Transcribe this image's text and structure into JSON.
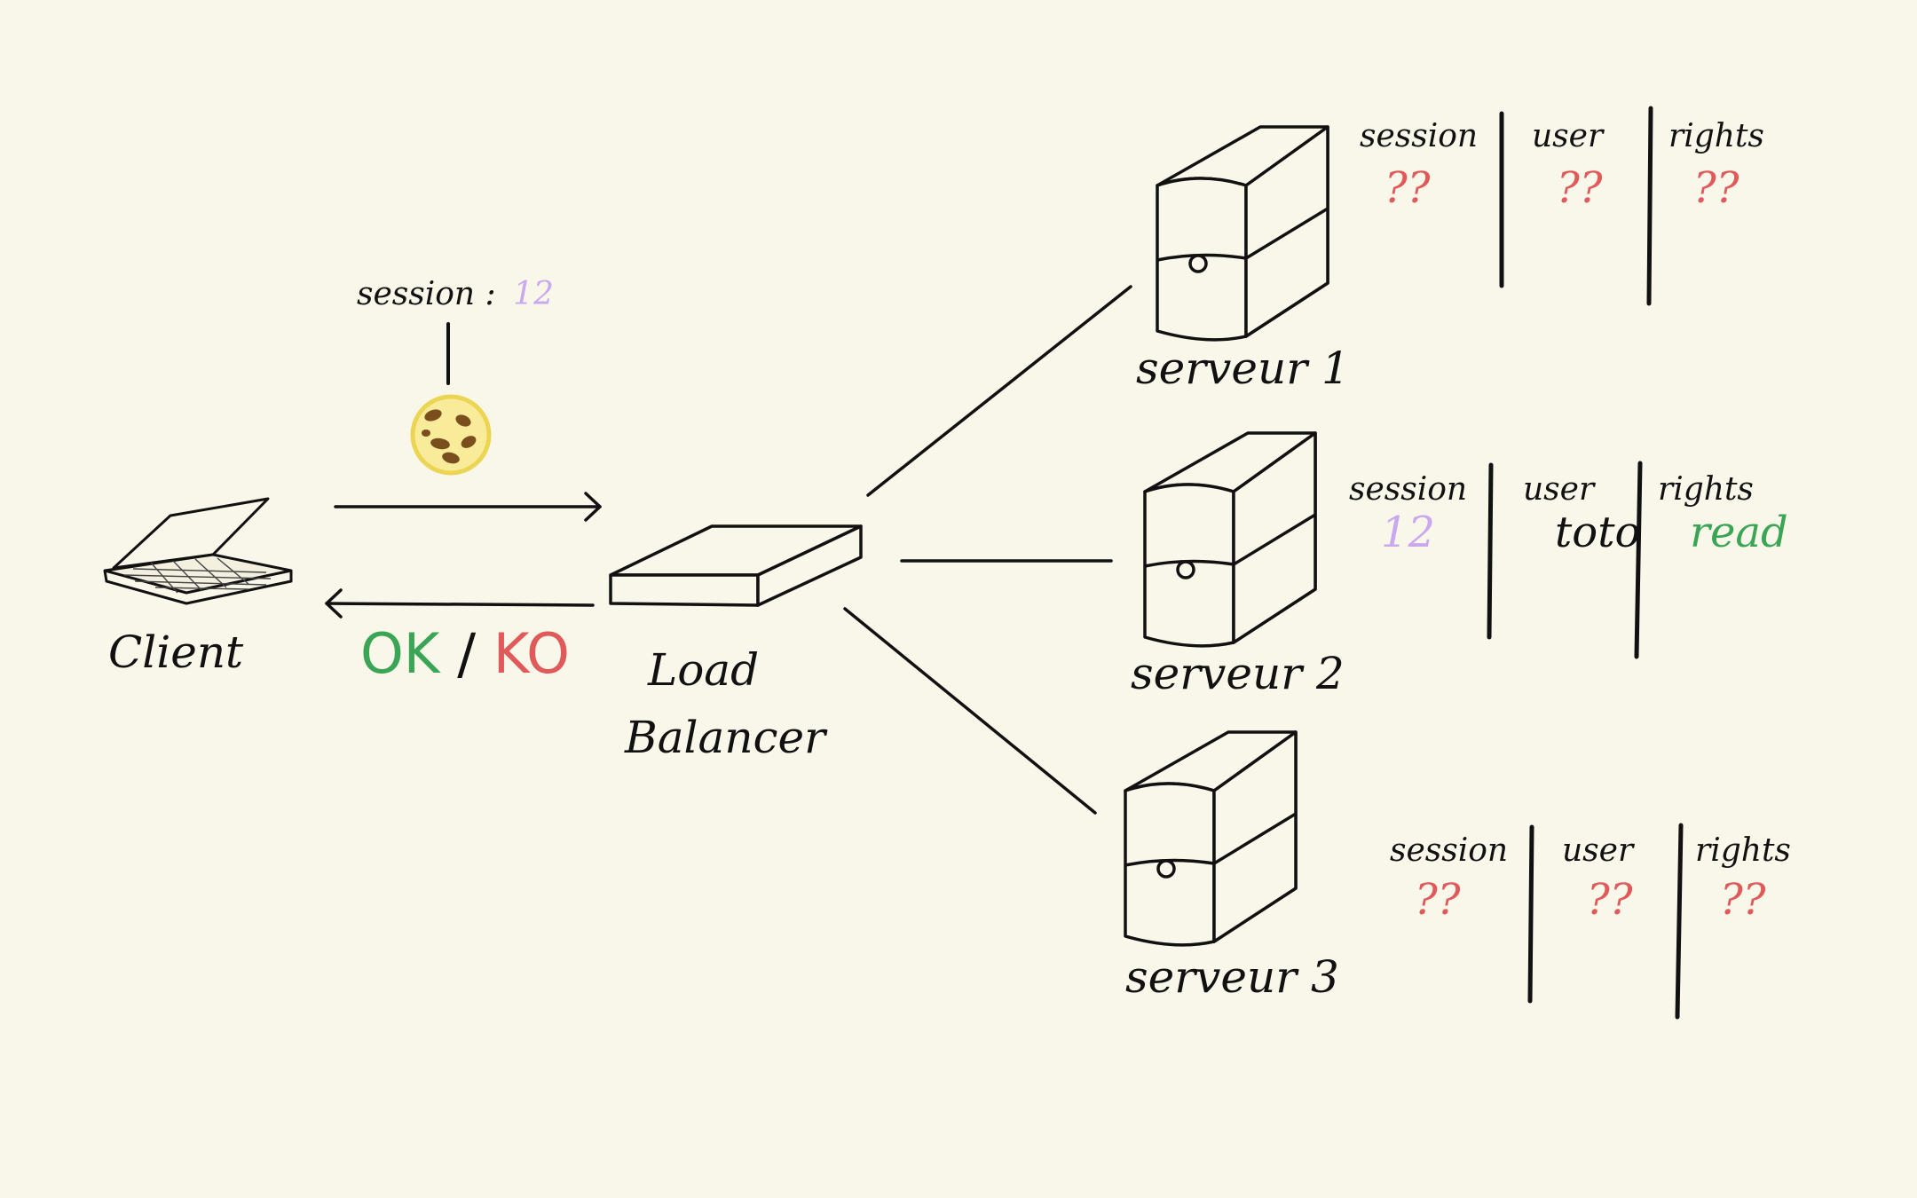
{
  "colors": {
    "background": "#f9f7ea",
    "ink": "#111111",
    "unknown": "#e05a5a",
    "session_value": "#c9a8ef",
    "ok": "#3aa655",
    "ko": "#e05a5a",
    "cookie_fill": "#f8ec9a",
    "cookie_rim": "#ecd552",
    "chips": "#7a4e1d"
  },
  "client": {
    "label": "Client",
    "icon": "laptop-icon"
  },
  "cookie": {
    "label": "session :",
    "value": "12",
    "icon": "cookie-icon"
  },
  "response": {
    "ok": "OK",
    "sep": "/",
    "ko": "KO"
  },
  "load_balancer": {
    "line1": "Load",
    "line2": "Balancer",
    "icon": "load-balancer-icon"
  },
  "servers": [
    {
      "label": "serveur 1",
      "icon": "server-icon",
      "columns": [
        {
          "header": "session",
          "value": "??",
          "state": "unknown"
        },
        {
          "header": "user",
          "value": "??",
          "state": "unknown"
        },
        {
          "header": "rights",
          "value": "??",
          "state": "unknown"
        }
      ]
    },
    {
      "label": "serveur 2",
      "icon": "server-icon",
      "columns": [
        {
          "header": "session",
          "value": "12",
          "state": "session"
        },
        {
          "header": "user",
          "value": "toto",
          "state": "known"
        },
        {
          "header": "rights",
          "value": "read",
          "state": "ok"
        }
      ]
    },
    {
      "label": "serveur 3",
      "icon": "server-icon",
      "columns": [
        {
          "header": "session",
          "value": "??",
          "state": "unknown"
        },
        {
          "header": "user",
          "value": "??",
          "state": "unknown"
        },
        {
          "header": "rights",
          "value": "??",
          "state": "unknown"
        }
      ]
    }
  ]
}
